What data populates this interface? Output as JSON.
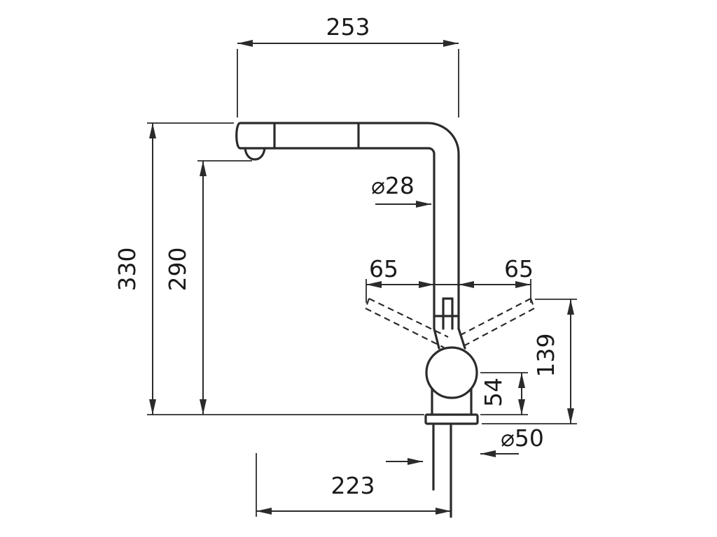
{
  "page": {
    "background": "#ffffff"
  },
  "drawing": {
    "name": "kitchen-faucet-dimension-drawing",
    "line_color": "#2b2b2b",
    "text_color": "#1a1a1a",
    "labels": {
      "spout_span": "253",
      "tube_diameter": "⌀28",
      "handle_swing_left": "65",
      "handle_swing_right": "65",
      "total_height": "330",
      "spout_underside_height": "290",
      "handle_tip_height": "139",
      "valve_center_height": "54",
      "base_diameter": "⌀50",
      "spout_reach": "223"
    }
  }
}
